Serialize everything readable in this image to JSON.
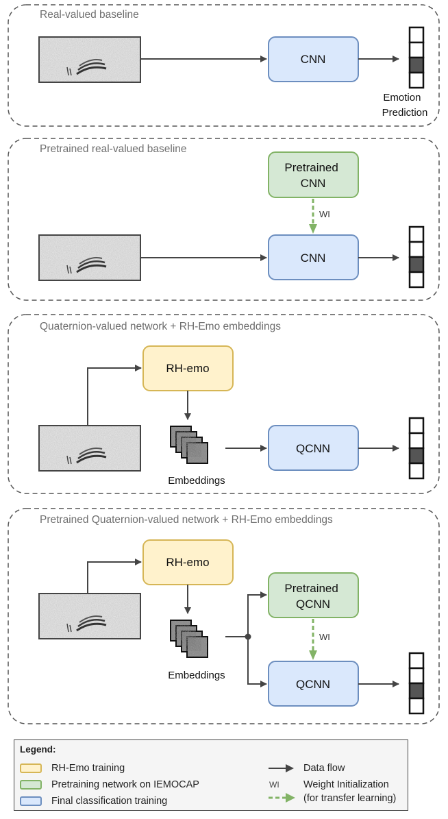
{
  "panels": [
    {
      "title": "Real-valued baseline"
    },
    {
      "title": "Pretrained real-valued baseline"
    },
    {
      "title": "Quaternion-valued network + RH-Emo embeddings"
    },
    {
      "title": "Pretrained Quaternion-valued network + RH-Emo embeddings"
    }
  ],
  "boxes": {
    "cnn": "CNN",
    "pretrained_cnn": [
      "Pretrained",
      "CNN"
    ],
    "rh_emo": "RH-emo",
    "qcnn": "QCNN",
    "pretrained_qcnn": [
      "Pretrained",
      "QCNN"
    ]
  },
  "labels": {
    "emotion_prediction": [
      "Emotion",
      "Prediction"
    ],
    "embeddings": "Embeddings",
    "wi": "WI"
  },
  "legend": {
    "title": "Legend:",
    "items": [
      {
        "label": "RH-Emo training",
        "color": "#d6b656",
        "fill": "#fff2cc"
      },
      {
        "label": "Pretraining network on IEMOCAP",
        "color": "#82b366",
        "fill": "#d5e8d4"
      },
      {
        "label": "Final classification training",
        "color": "#6c8ebf",
        "fill": "#dae8fc"
      }
    ],
    "data_flow": "Data flow",
    "wi_short": "WI",
    "weight_init": [
      "Weight Initialization",
      "(for transfer learning)"
    ]
  },
  "colors": {
    "blue_fill": "#dae8fc",
    "blue_stroke": "#6c8ebf",
    "green_fill": "#d5e8d4",
    "green_stroke": "#82b366",
    "yellow_fill": "#fff2cc",
    "yellow_stroke": "#d6b656",
    "arrow": "#444444",
    "wi_arrow": "#82b366"
  }
}
